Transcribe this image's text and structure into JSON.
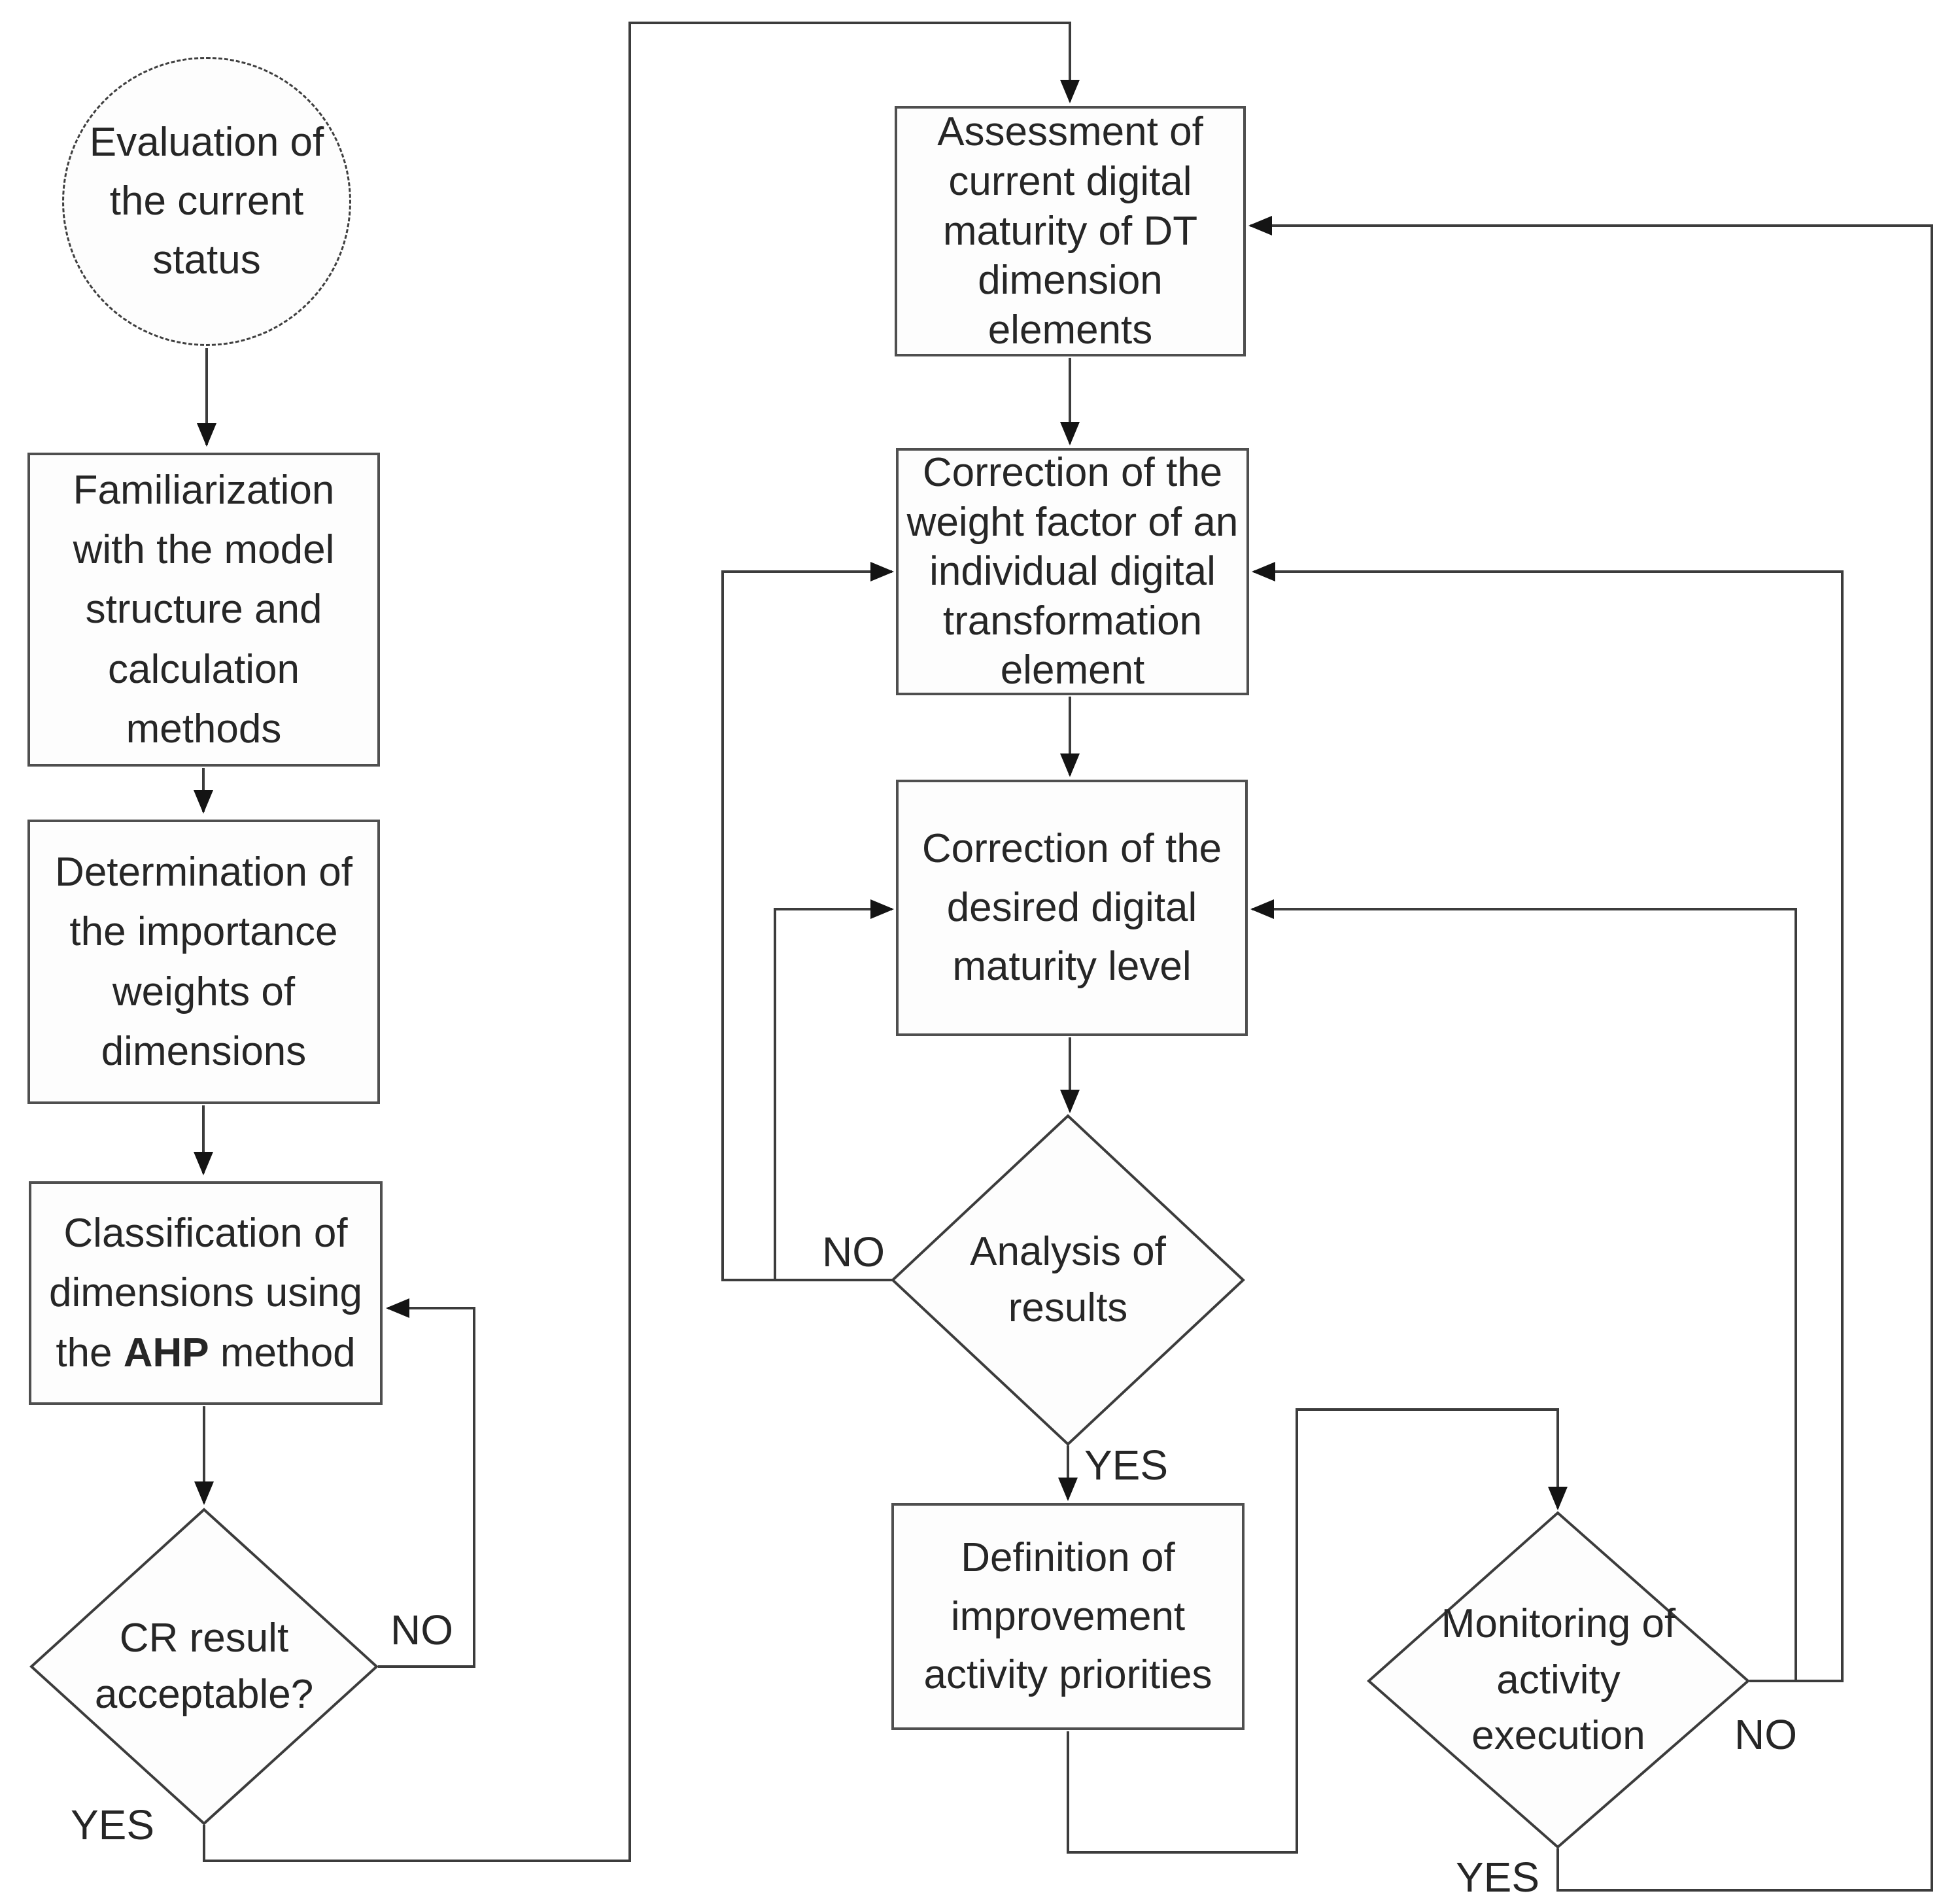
{
  "nodes": {
    "start": {
      "shape": "circle",
      "label": "Evaluation of\nthe current\nstatus"
    },
    "familiarization": {
      "shape": "rect",
      "label": "Familiarization\nwith the model\nstructure and\ncalculation\nmethods"
    },
    "determination": {
      "shape": "rect",
      "label": "Determination of\nthe importance\nweights of\ndimensions"
    },
    "classification": {
      "shape": "rect",
      "label_pre": "Classification of\ndimensions using\nthe ",
      "label_bold": "AHP",
      "label_post": " method"
    },
    "cr_decision": {
      "shape": "diamond",
      "label": "CR result\nacceptable?",
      "no_label": "NO",
      "yes_label": "YES"
    },
    "assessment": {
      "shape": "rect",
      "label": "Assessment of\ncurrent digital\nmaturity of DT\ndimension\nelements"
    },
    "weight_correction": {
      "shape": "rect",
      "label": "Correction of the\nweight factor of an\nindividual digital\ntransformation\nelement"
    },
    "maturity_correction": {
      "shape": "rect",
      "label": "Correction of the\ndesired digital\nmaturity level"
    },
    "analysis_decision": {
      "shape": "diamond",
      "label": "Analysis of\nresults",
      "no_label": "NO",
      "yes_label": "YES"
    },
    "definition": {
      "shape": "rect",
      "label": "Definition of\nimprovement\nactivity priorities"
    },
    "monitoring_decision": {
      "shape": "diamond",
      "label": "Monitoring of\nactivity\nexecution",
      "no_label": "NO",
      "yes_label": "YES"
    }
  },
  "colors": {
    "background": "#ffffff",
    "node_fill": "#fdfdfd",
    "box_border": "#4f4f4f",
    "line": "#3c3c3c",
    "arrowhead": "#141414",
    "text": "#262626"
  }
}
